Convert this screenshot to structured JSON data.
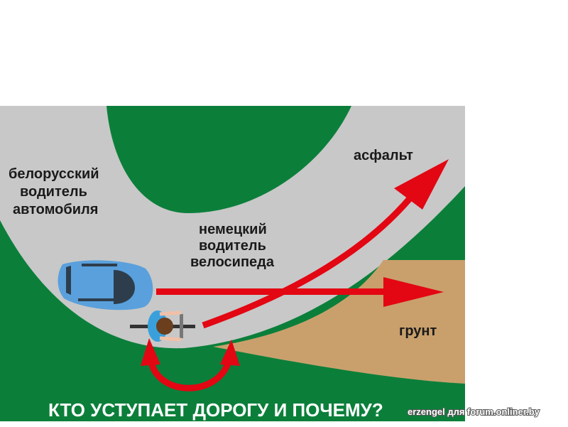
{
  "labels": {
    "car_driver": [
      "белорусский",
      "водитель",
      "автомобиля"
    ],
    "cyclist": [
      "немецкий",
      "водитель",
      "велосипеда"
    ],
    "asphalt": "асфальт",
    "dirt": "грунт"
  },
  "title": "КТО УСТУПАЕТ ДОРОГУ И ПОЧЕМУ?",
  "watermark": "erzengel для forum.onliner.by",
  "colors": {
    "grass": "#0b7f3a",
    "road": "#c8c8c8",
    "dirt": "#c9a06c",
    "arrow": "#e30613",
    "car": "#5aa0dc"
  }
}
